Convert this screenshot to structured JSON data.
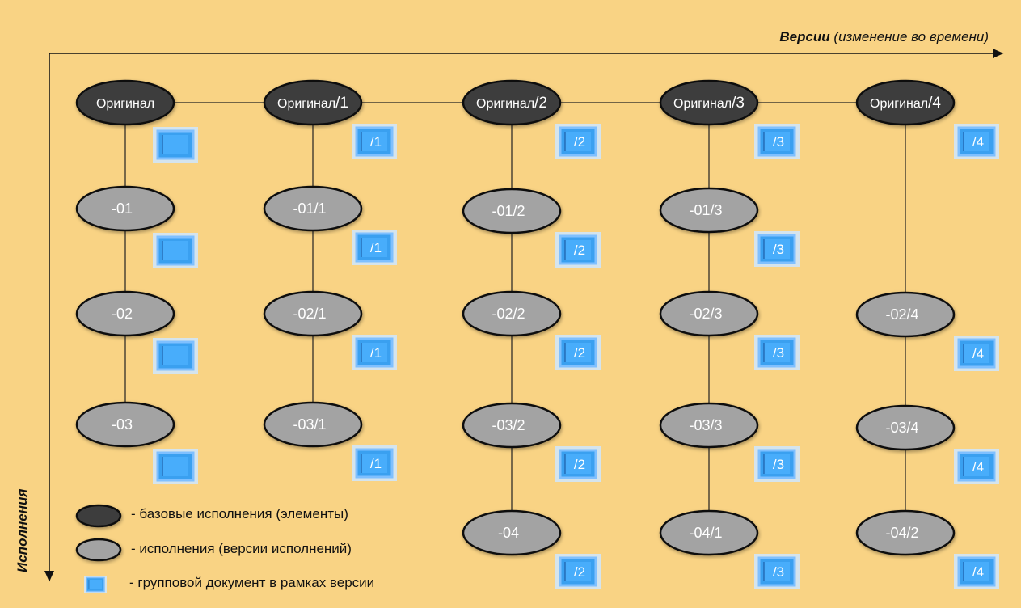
{
  "axes": {
    "x_label_bold": "Версии",
    "x_label_rest": " (изменение во времени)",
    "y_label": "Исполнения"
  },
  "colors": {
    "background": "#f9d384",
    "base_node": "#3d3d3d",
    "version_node": "#a3a3a3",
    "doc_blue": "#3aa0f0",
    "doc_frame": "#cfe6ff"
  },
  "columns": [
    {
      "base": "Оригинал",
      "base_suffix": "",
      "doc_label": "",
      "nodes": [
        "-01",
        "-02",
        "-03"
      ]
    },
    {
      "base": "Оригинал",
      "base_suffix": "/1",
      "doc_label": "/1",
      "nodes": [
        "-01/1",
        "-02/1",
        "-03/1"
      ]
    },
    {
      "base": "Оригинал",
      "base_suffix": "/2",
      "doc_label": "/2",
      "nodes": [
        "-01/2",
        "-02/2",
        "-03/2",
        "-04"
      ]
    },
    {
      "base": "Оригинал",
      "base_suffix": "/3",
      "doc_label": "/3",
      "nodes": [
        "-01/3",
        "-02/3",
        "-03/3",
        "-04/1"
      ]
    },
    {
      "base": "Оригинал",
      "base_suffix": "/4",
      "doc_label": "/4",
      "nodes": [
        "",
        "-02/4",
        "-03/4",
        "-04/2"
      ]
    }
  ],
  "legend": {
    "base": "- базовые исполнения (элементы)",
    "version": "- исполнения (версии исполнений)",
    "doc": "- групповой документ в рамках версии"
  }
}
